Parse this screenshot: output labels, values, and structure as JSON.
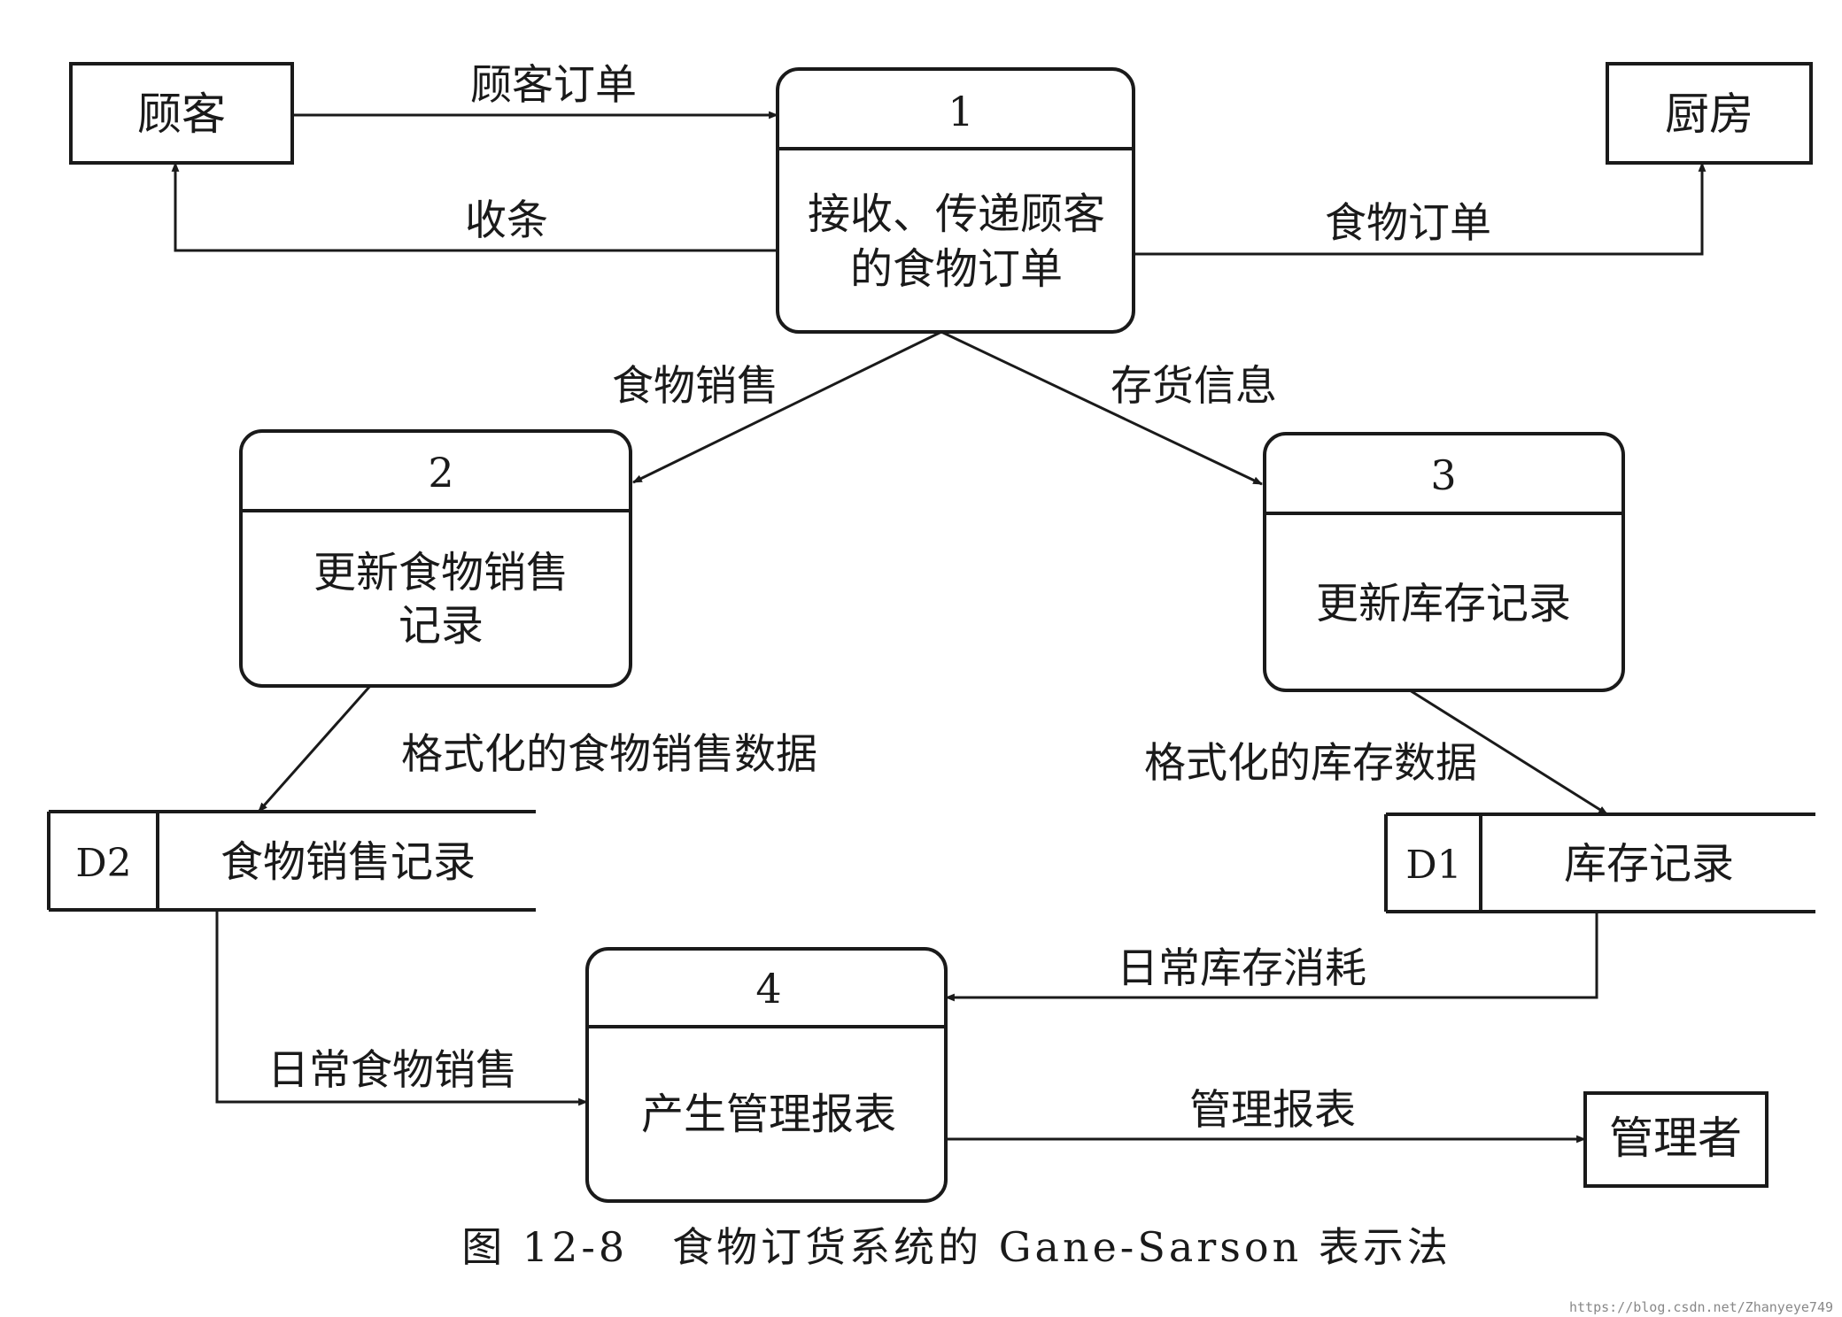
{
  "entities": {
    "customer": "顾客",
    "kitchen": "厨房",
    "manager": "管理者"
  },
  "processes": [
    {
      "num": "1",
      "line1": "接收、传递顾客",
      "line2": "的食物订单"
    },
    {
      "num": "2",
      "line1": "更新食物销售",
      "line2": "记录"
    },
    {
      "num": "3",
      "line1": "更新库存记录",
      "line2": ""
    },
    {
      "num": "4",
      "line1": "产生管理报表",
      "line2": ""
    }
  ],
  "stores": [
    {
      "id": "D2",
      "name": "食物销售记录"
    },
    {
      "id": "D1",
      "name": "库存记录"
    }
  ],
  "flows": {
    "customer_order": "顾客订单",
    "receipt": "收条",
    "food_order": "食物订单",
    "food_sales": "食物销售",
    "inventory_info": "存货信息",
    "formatted_sales": "格式化的食物销售数据",
    "formatted_inventory": "格式化的库存数据",
    "daily_inventory": "日常库存消耗",
    "daily_sales": "日常食物销售",
    "mgmt_report": "管理报表"
  },
  "caption": "图 12-8　食物订货系统的 Gane-Sarson 表示法",
  "watermark": "https://blog.csdn.net/Zhanyeye749"
}
